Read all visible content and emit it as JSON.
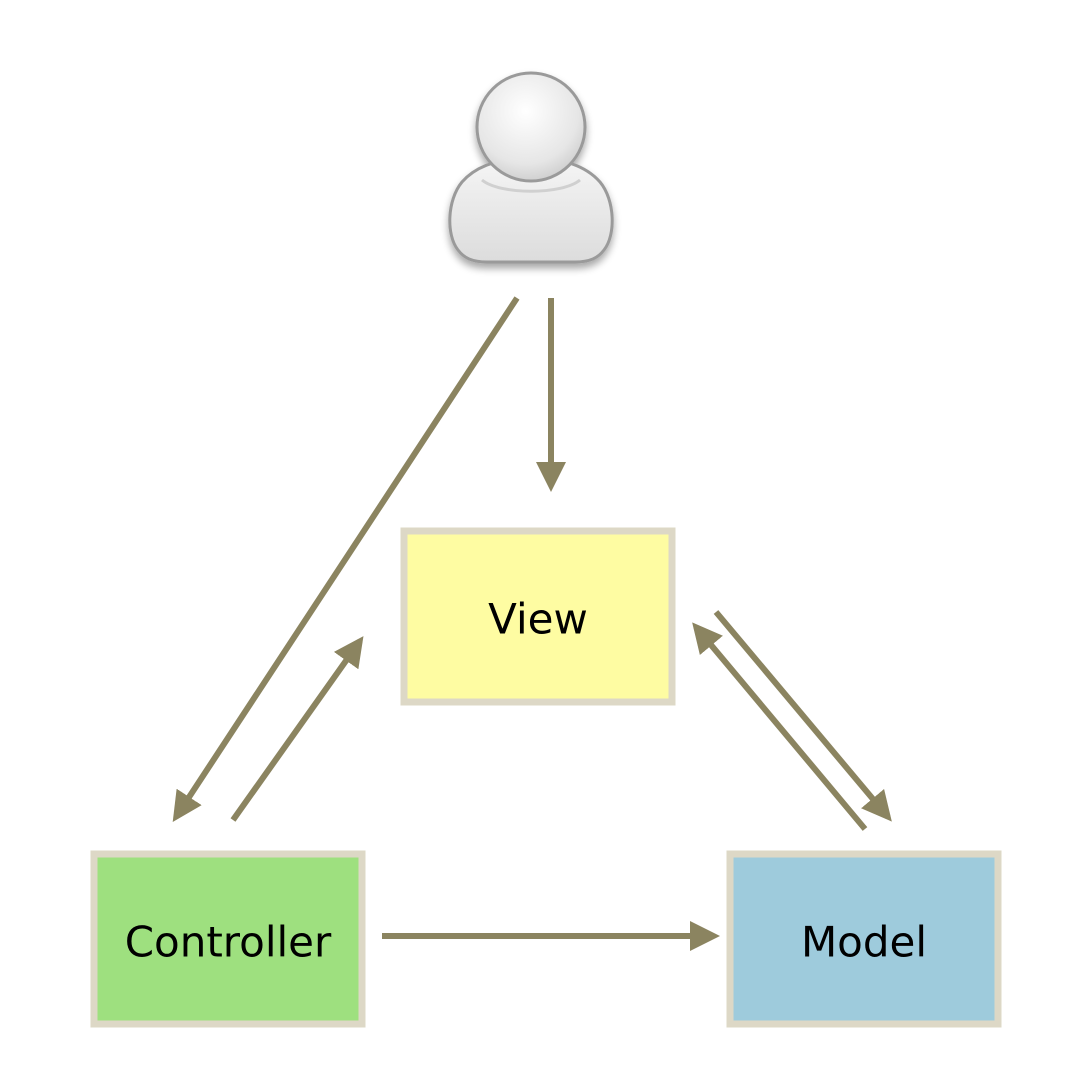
{
  "nodes": {
    "view": {
      "label": "View",
      "fill": "#fefca2"
    },
    "controller": {
      "label": "Controller",
      "fill": "#9ee07f"
    },
    "model": {
      "label": "Model",
      "fill": "#9ecbdc"
    }
  },
  "colors": {
    "arrow": "#8b8460",
    "box_border": "#ddd8c6",
    "user_icon": "#e3e3e3"
  },
  "icons": {
    "user": "user-icon"
  },
  "edges": [
    {
      "from": "user",
      "to": "view"
    },
    {
      "from": "user",
      "to": "controller"
    },
    {
      "from": "controller",
      "to": "view"
    },
    {
      "from": "view",
      "to": "model"
    },
    {
      "from": "model",
      "to": "view"
    },
    {
      "from": "controller",
      "to": "model"
    }
  ]
}
